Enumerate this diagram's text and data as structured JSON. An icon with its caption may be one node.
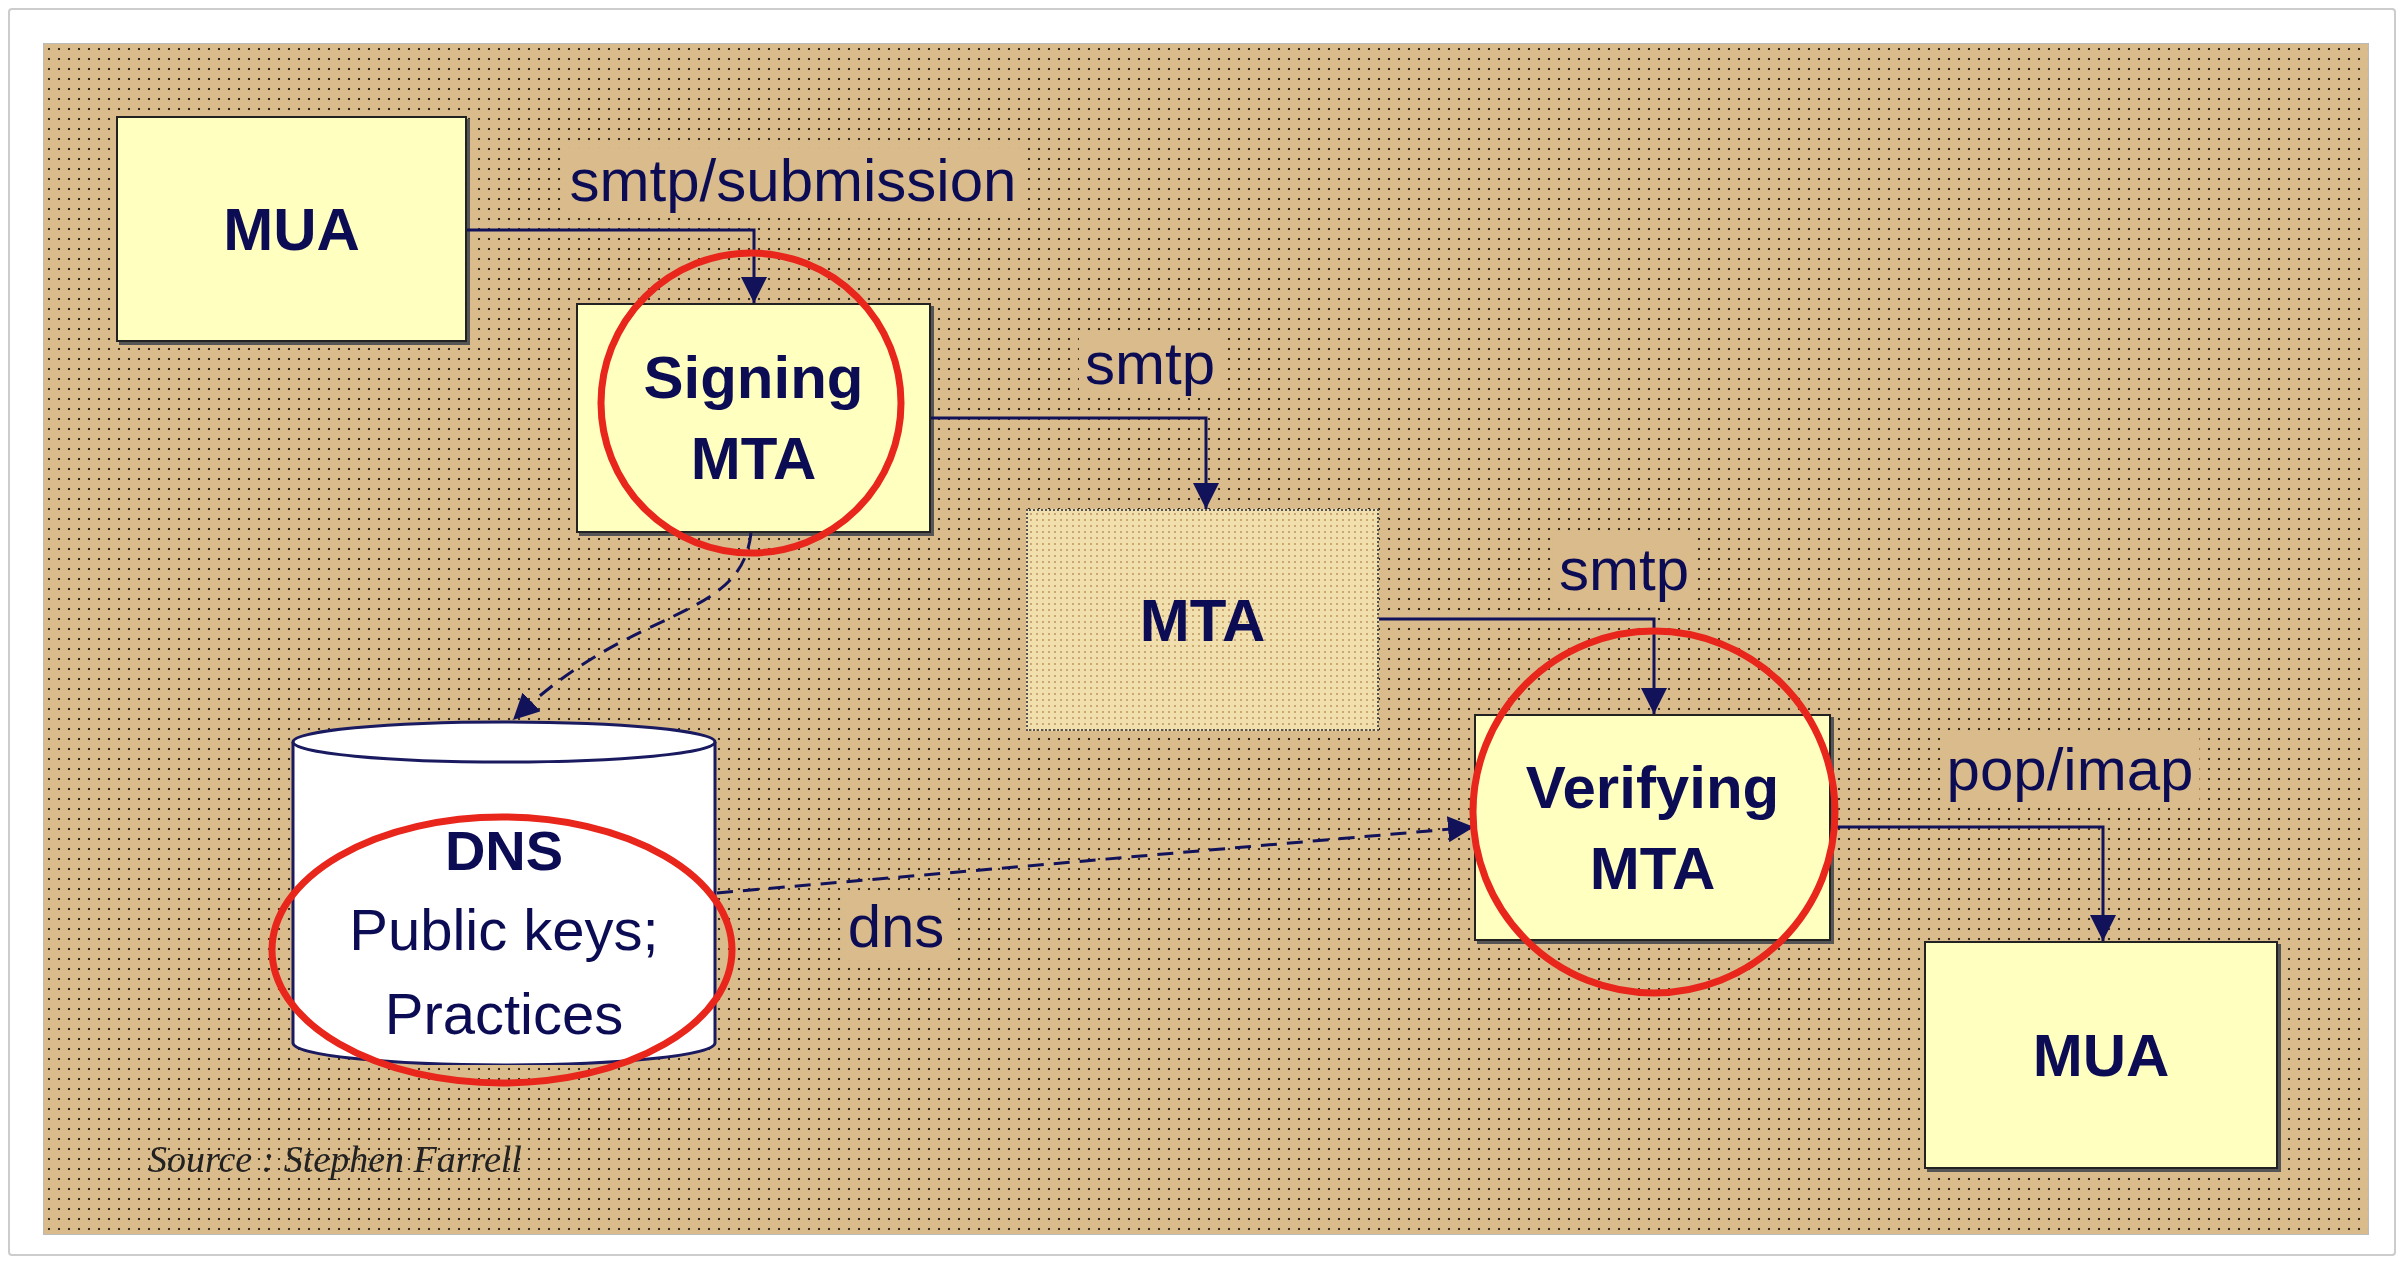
{
  "diagram": {
    "nodes": [
      {
        "text": [
          "MUA"
        ]
      },
      {
        "text": [
          "Signing MTA"
        ]
      },
      {
        "text": [
          "MTA"
        ]
      },
      {
        "text": [
          "Verifying MTA"
        ]
      },
      {
        "text": [
          "MUA"
        ]
      },
      {
        "text": [
          "DNS",
          "Public keys; Practices"
        ]
      }
    ],
    "edges": [
      {
        "from": 0,
        "to": 1,
        "arrow": "to",
        "label": "smtp/submission"
      },
      {
        "from": 1,
        "to": 2,
        "arrow": "to",
        "label": "smtp"
      },
      {
        "from": 2,
        "to": 3,
        "arrow": "to",
        "label": "smtp"
      },
      {
        "from": 3,
        "to": 4,
        "arrow": "to",
        "label": "pop/imap"
      },
      {
        "from": 1,
        "to": 5,
        "arrow": "to",
        "style": "dashed"
      },
      {
        "from": 5,
        "to": 3,
        "arrow": "to",
        "style": "dashed",
        "label": "dns"
      }
    ],
    "labels": [
      "Source : Stephen Farrell"
    ]
  }
}
